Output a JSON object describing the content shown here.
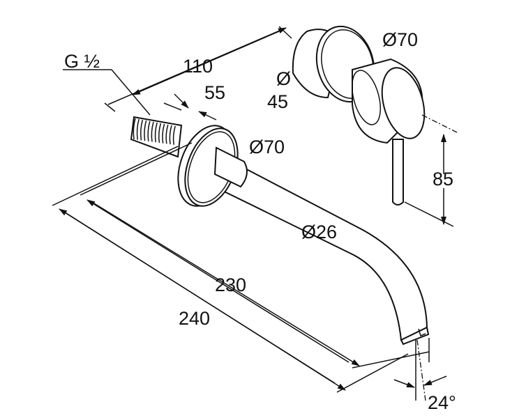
{
  "labels": {
    "thread": "G ½",
    "length_110": "110",
    "length_55": "55",
    "flange_diameter_left": "Ø70",
    "flange_diameter_right": "Ø70",
    "cylinder_diameter_symbol": "Ø",
    "cylinder_diameter_value": "45",
    "height_85": "85",
    "pipe_diameter": "Ø26",
    "length_230": "230",
    "length_240": "240",
    "angle": "24°"
  }
}
